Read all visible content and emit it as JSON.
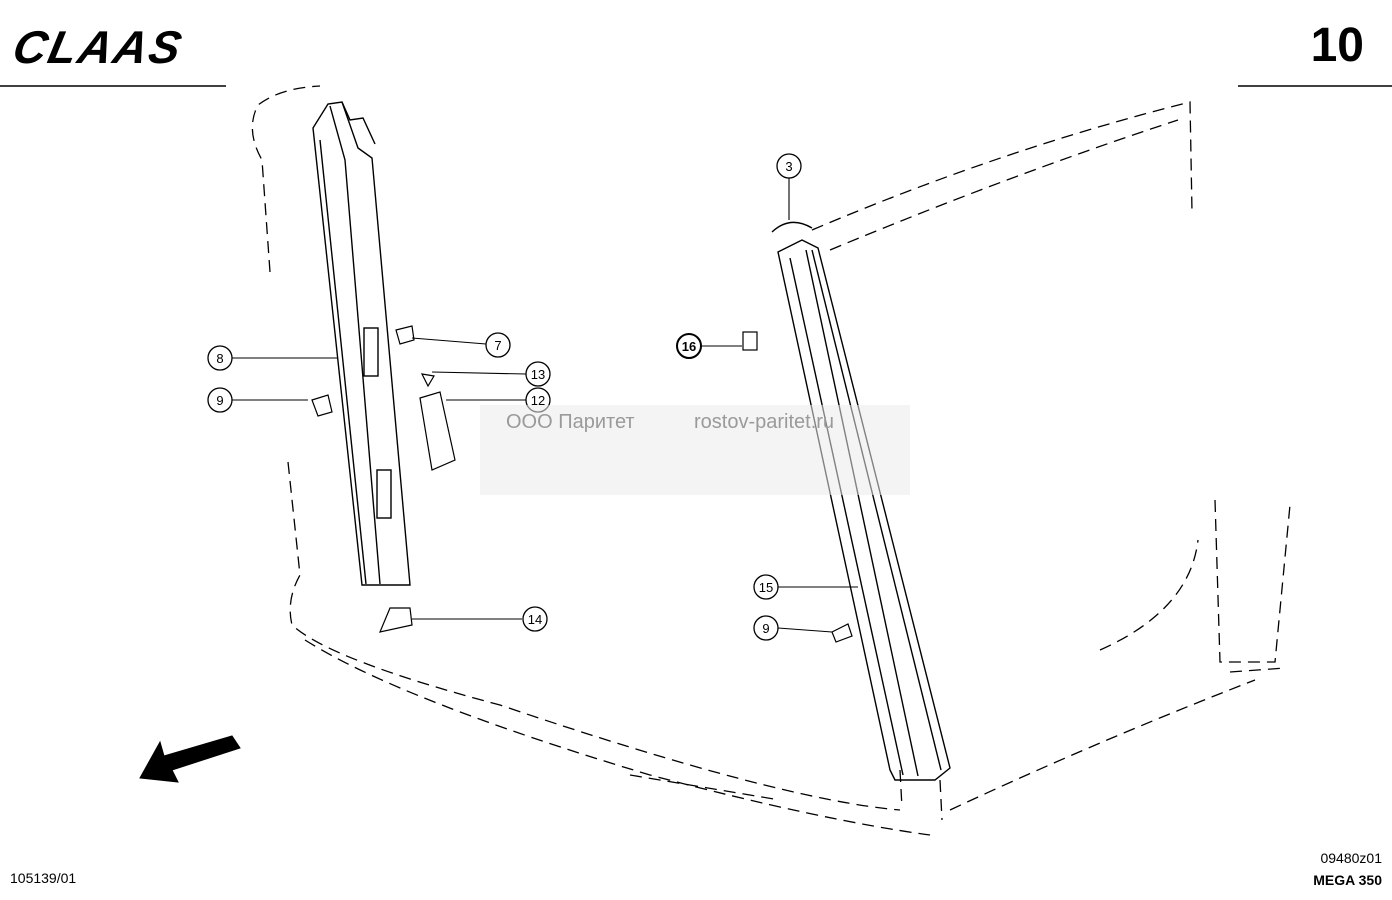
{
  "header": {
    "brand": "CLAAS",
    "page_number": "10"
  },
  "footer": {
    "doc_number": "105139/01",
    "drawing_code": "09480z01",
    "model": "MEGA 350"
  },
  "watermark": {
    "company": "ООО Паритет",
    "website": "rostov-paritet.ru"
  },
  "callouts": [
    {
      "id": "3",
      "label": "3"
    },
    {
      "id": "7",
      "label": "7"
    },
    {
      "id": "8",
      "label": "8"
    },
    {
      "id": "9a",
      "label": "9"
    },
    {
      "id": "9b",
      "label": "9"
    },
    {
      "id": "12",
      "label": "12"
    },
    {
      "id": "13",
      "label": "13"
    },
    {
      "id": "14",
      "label": "14"
    },
    {
      "id": "15",
      "label": "15"
    },
    {
      "id": "16",
      "label": "16"
    }
  ]
}
